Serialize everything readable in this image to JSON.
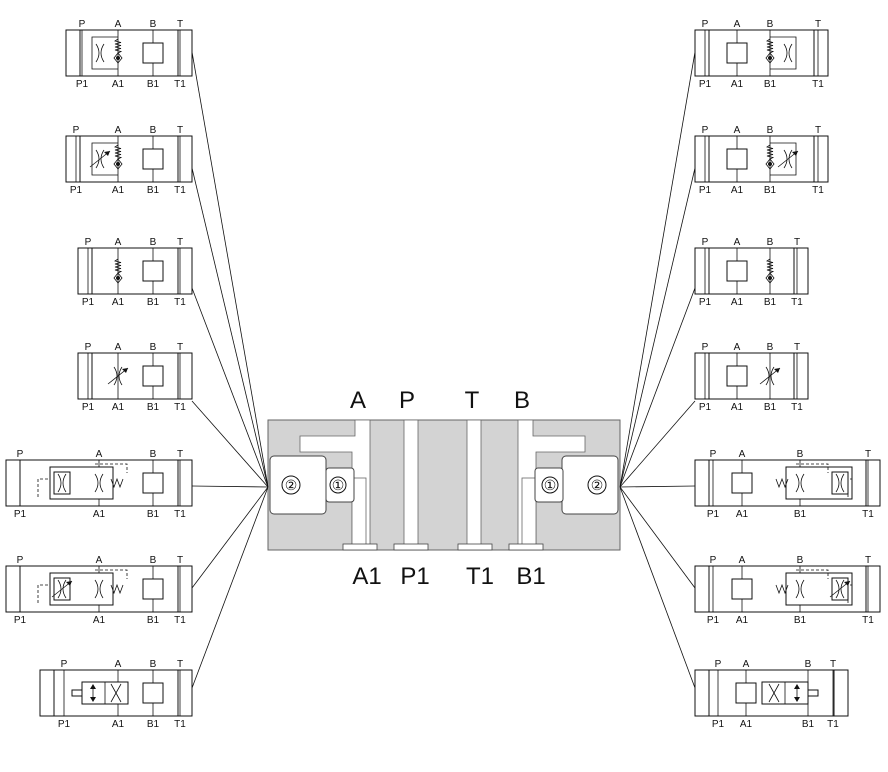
{
  "main_ports": {
    "top": [
      "A",
      "P",
      "T",
      "B"
    ],
    "bottom": [
      "A1",
      "P1",
      "T1",
      "B1"
    ]
  },
  "valve_numbers": [
    "②",
    "①"
  ],
  "top_port_labels": [
    "P",
    "A",
    "B",
    "T"
  ],
  "bottom_port_labels": [
    "P1",
    "A1",
    "B1",
    "T1"
  ],
  "left_modules": [
    {
      "symbol": "check-throttle",
      "side": "A"
    },
    {
      "symbol": "check-adjustable-throttle",
      "side": "A"
    },
    {
      "symbol": "check",
      "side": "A"
    },
    {
      "symbol": "adjustable-throttle",
      "side": "A"
    },
    {
      "symbol": "pilot-throttle",
      "side": "A"
    },
    {
      "symbol": "pilot-adjustable-throttle",
      "side": "A"
    },
    {
      "symbol": "solenoid-check",
      "side": "A"
    }
  ],
  "right_modules": [
    {
      "symbol": "check-throttle",
      "side": "B"
    },
    {
      "symbol": "check-adjustable-throttle",
      "side": "B"
    },
    {
      "symbol": "check",
      "side": "B"
    },
    {
      "symbol": "adjustable-throttle",
      "side": "B"
    },
    {
      "symbol": "pilot-throttle",
      "side": "B"
    },
    {
      "symbol": "pilot-adjustable-throttle",
      "side": "B"
    },
    {
      "symbol": "solenoid-check",
      "side": "B"
    }
  ]
}
